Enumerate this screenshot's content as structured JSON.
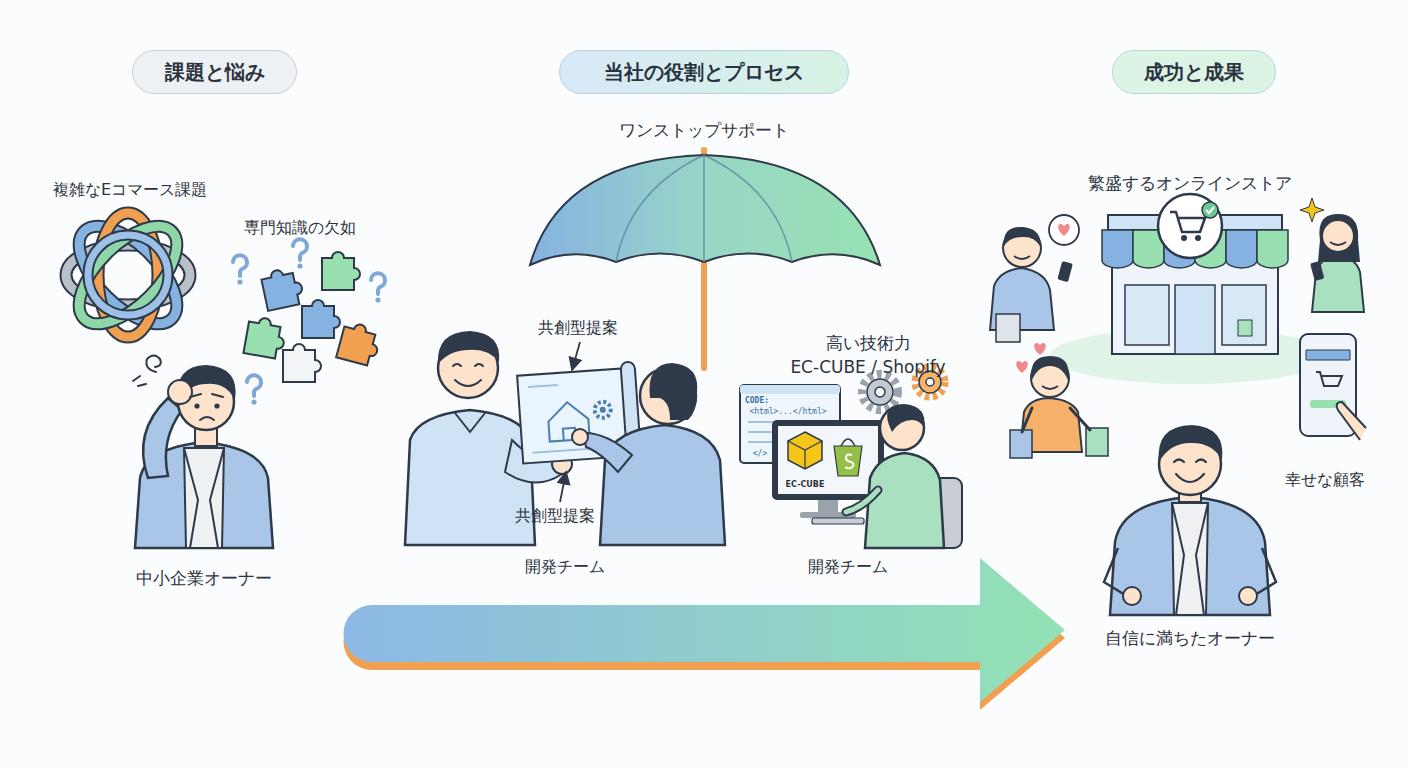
{
  "diagram": {
    "nodes": [
      {
        "text": [
          "課題と悩み"
        ]
      },
      {
        "text": [
          "当社の役割とプロセス"
        ]
      },
      {
        "text": [
          "成功と成果"
        ]
      }
    ],
    "labels": [
      "複雑なEコマース課題",
      "専門知識の欠如",
      "中小企業オーナー",
      "ワンストップサポート",
      "共創型提案",
      "高い技術力",
      "EC-CUBE / Shopify",
      "CODE:",
      "<html>...</html>",
      "</>",
      "共創型提案",
      "EC-CUBE",
      "開発チーム",
      "開発チーム",
      "繁盛するオンラインストア",
      "幸せな顧客",
      "自信に満ちたオーナー"
    ]
  }
}
